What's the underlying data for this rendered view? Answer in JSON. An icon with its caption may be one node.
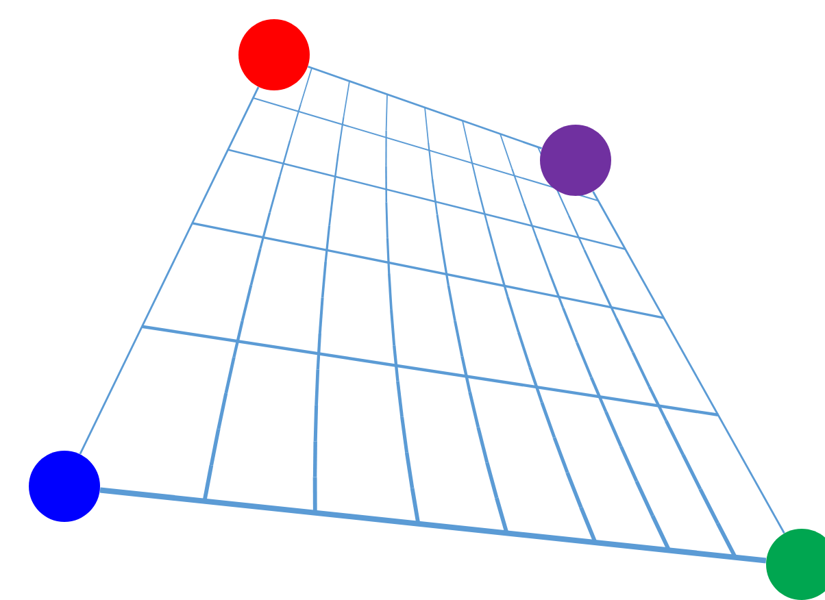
{
  "diagram": {
    "nodes": [
      {
        "text": [],
        "shape": "circle"
      },
      {
        "text": [],
        "shape": "circle"
      },
      {
        "text": [],
        "shape": "circle"
      },
      {
        "text": [],
        "shape": "circle"
      }
    ],
    "edges": [
      {
        "from": 1,
        "to": 0,
        "arrow": "none"
      },
      {
        "from": 1,
        "to": 2,
        "arrow": "none"
      },
      {
        "from": 2,
        "to": 3,
        "arrow": "none"
      },
      {
        "from": 0,
        "to": 3,
        "arrow": "none",
        "style": "thick"
      }
    ]
  }
}
